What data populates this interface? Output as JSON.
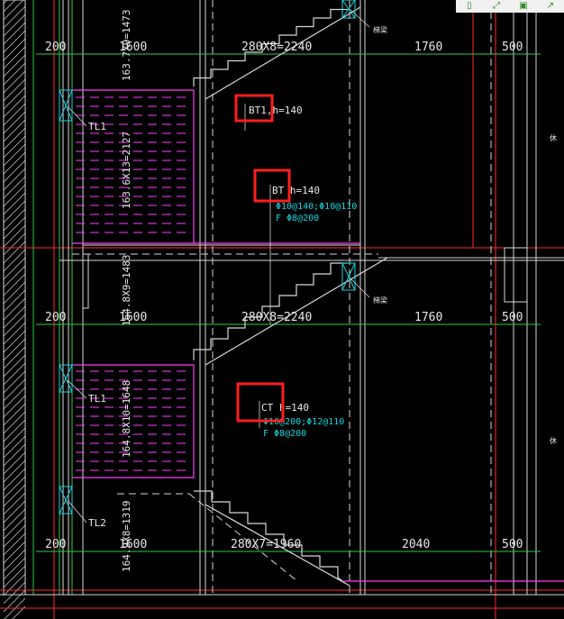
{
  "toolbar": {
    "icons": [
      "copy-icon",
      "fullscreen-icon",
      "save-icon",
      "export-icon"
    ]
  },
  "colors": {
    "background": "#000000",
    "line_white": "#d8d8d8",
    "grid_red": "#ff2a2a",
    "green": "#2ecc40",
    "magenta": "#ff3cff",
    "cyan": "#18d6e0",
    "highlight": "#ff1e1e"
  },
  "dimensions": {
    "row1": {
      "a": "200",
      "b": "1600",
      "c": "280X8=2240",
      "d": "1760",
      "e": "500"
    },
    "row2": {
      "a": "200",
      "b": "1600",
      "c": "280X8=2240",
      "d": "1760",
      "e": "500"
    },
    "row3": {
      "a": "200",
      "b": "1600",
      "c": "280X7=1960",
      "d": "2040",
      "e": "500"
    },
    "vertical": {
      "v1": "163.7X9=1473",
      "v2": "163.6X13=2127",
      "v3": "164.8X9=1483",
      "v4": "164.8X10=1648",
      "v5": "164.9X8=1319"
    }
  },
  "labels": {
    "tl1_top": "TL1",
    "tl1_mid": "TL1",
    "tl2": "TL2",
    "small_note_1": "梯梁",
    "small_note_2": "梯梁",
    "right_note_1": "休",
    "right_note_2": "休"
  },
  "annotations": {
    "bt1": {
      "code": "BT1",
      "text": "BT1,h=140"
    },
    "bt2": {
      "code": "BT",
      "text": "BT h=140",
      "rebar1": "Φ10@140;Φ10@110",
      "rebar2": "F Φ8@200"
    },
    "ct": {
      "code": "CT",
      "text": "CT h=140",
      "rebar1": "Φ10@200;Φ12@110",
      "rebar2": "F Φ8@200"
    }
  }
}
